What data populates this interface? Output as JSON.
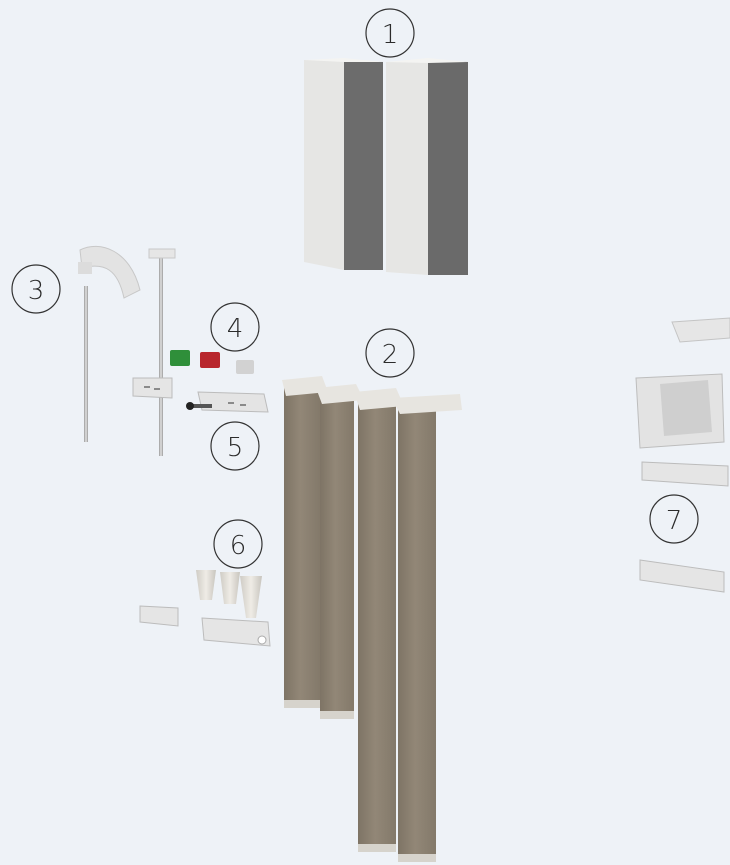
{
  "diagram": {
    "background": "#eef2f7",
    "callouts": [
      {
        "id": "1",
        "label": "1"
      },
      {
        "id": "2",
        "label": "2"
      },
      {
        "id": "3",
        "label": "3"
      },
      {
        "id": "4",
        "label": "4"
      },
      {
        "id": "5",
        "label": "5"
      },
      {
        "id": "6",
        "label": "6"
      },
      {
        "id": "7",
        "label": "7"
      }
    ],
    "colors": {
      "cassette_light": "#e8e8e6",
      "cassette_dark": "#6d6d6d",
      "vane_fabric": "#8f8373",
      "vane_fabric_shade": "#7c7162",
      "vane_cap": "#e9e7e2",
      "hardware": "#dcdcdc",
      "hardware_shadow": "#b9b9b9",
      "knob_green": "#2f8f3a",
      "knob_red": "#b8262d",
      "knob_grey": "#cfcfcf"
    }
  }
}
